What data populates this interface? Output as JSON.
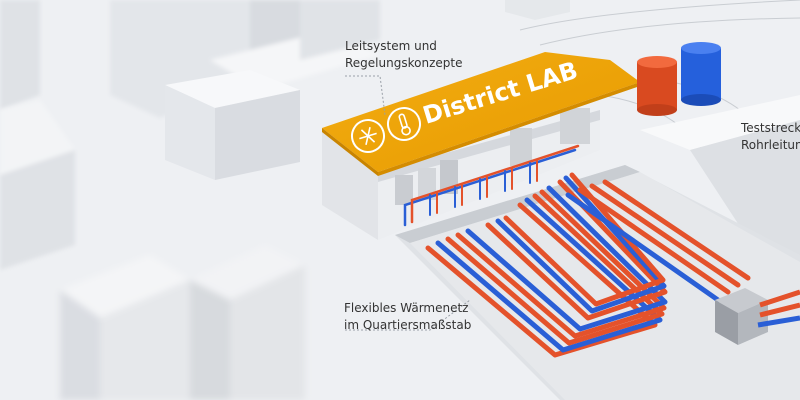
{
  "sign": {
    "title": "District LAB",
    "icons": [
      "snowflake-icon",
      "thermometer-icon"
    ]
  },
  "labels": {
    "control": {
      "line1": "Leitsystem und",
      "line2": "Regelungskonzepte"
    },
    "test_track": {
      "line1": "Teststrecke",
      "line2": "Rohrleitun"
    },
    "network": {
      "line1": "Flexibles Wärmenetz",
      "line2": "im Quartiersmaßstab"
    }
  },
  "colors": {
    "sign_orange": "#f0a400",
    "hot_pipe": "#e4522b",
    "cold_pipe": "#2a5fd6",
    "building": "#f4f5f7",
    "ground": "#eef0f3"
  }
}
